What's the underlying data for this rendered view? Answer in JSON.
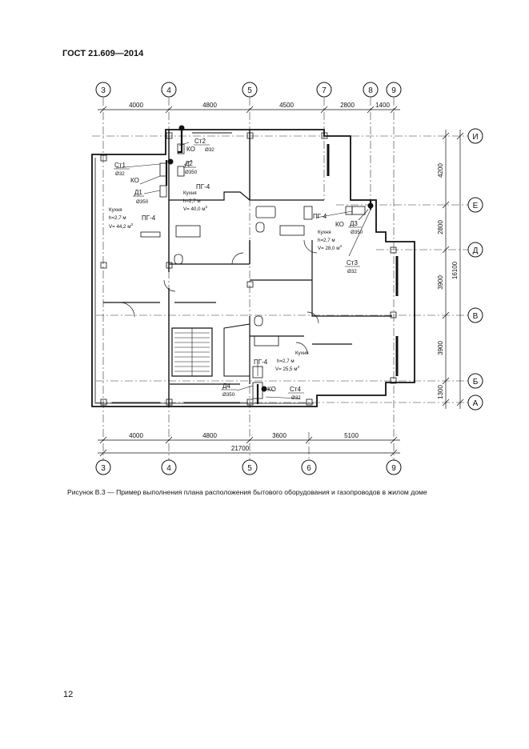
{
  "header": {
    "standard": "ГОСТ 21.609—2014"
  },
  "caption": "Рисунок В.3 — Пример выполнения плана расположения бытового оборудования и газопроводов в жилом доме",
  "page_number": "12",
  "axes": {
    "top": [
      "3",
      "4",
      "5",
      "7",
      "8",
      "9"
    ],
    "bottom": [
      "3",
      "4",
      "5",
      "6",
      "9"
    ],
    "right": [
      "И",
      "Е",
      "Д",
      "В",
      "Б",
      "А"
    ]
  },
  "dims": {
    "top": [
      "4000",
      "4800",
      "4500",
      "2800",
      "1400"
    ],
    "bottom": [
      "4000",
      "4800",
      "3600",
      "5100"
    ],
    "bottom_total": "21700",
    "right": [
      "4200",
      "2800",
      "3900",
      "3900",
      "1300"
    ],
    "right_total": "16100"
  },
  "labels": {
    "st1": "Ст1",
    "st1_d": "Ø32",
    "ko1": "КО",
    "d1": "Д1",
    "d1_d": "Ø350",
    "pg1": "ПГ-4",
    "k1_name": "Кухня",
    "k1_h": "h=2,7 м",
    "k1_v": "V= 44,2 м",
    "st2": "Ст2",
    "st2_d": "Ø32",
    "ko2": "КО",
    "d2": "Д2",
    "d2_d": "Ø350",
    "pg2": "ПГ-4",
    "k2_name": "Кухня",
    "k2_h": "h=2,7 м",
    "k2_v": "V= 40,0 м",
    "pg3": "ПГ-4",
    "ko3": "КО",
    "d3": "Д3",
    "d3_d": "Ø350",
    "k3_name": "Кухня",
    "k3_h": "h=2,7 м",
    "k3_v": "V= 28,0 м",
    "st3": "Ст3",
    "st3_d": "Ø32",
    "pg4": "ПГ-4",
    "k4_name": "Кухня",
    "k4_h": "h=2,7 м",
    "k4_v": "V= 25,5 м",
    "d4": "Д4",
    "d4_d": "Ø350",
    "ko4": "КО",
    "st4": "Ст4",
    "st4_d": "Ø32",
    "sup": "3"
  }
}
